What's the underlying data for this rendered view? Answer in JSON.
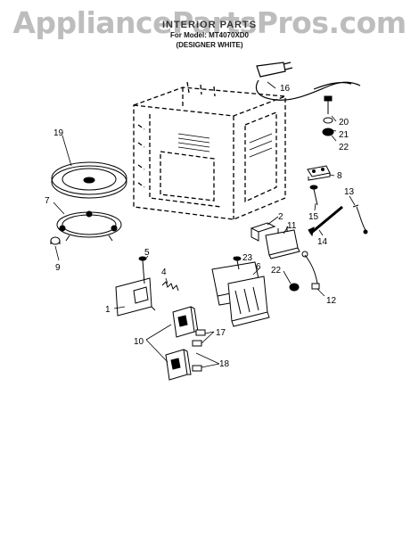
{
  "watermark": "AppliancePartsPros.com",
  "header": {
    "title": "INTERIOR PARTS",
    "model_line": "For Model: MT4070XD0",
    "variant_line": "(DESIGNER WHITE)"
  },
  "callouts": [
    "1",
    "2",
    "4",
    "5",
    "6",
    "7",
    "8",
    "9",
    "10",
    "11",
    "12",
    "13",
    "14",
    "15",
    "16",
    "17",
    "18",
    "19",
    "20",
    "21",
    "22",
    "22",
    "23"
  ]
}
